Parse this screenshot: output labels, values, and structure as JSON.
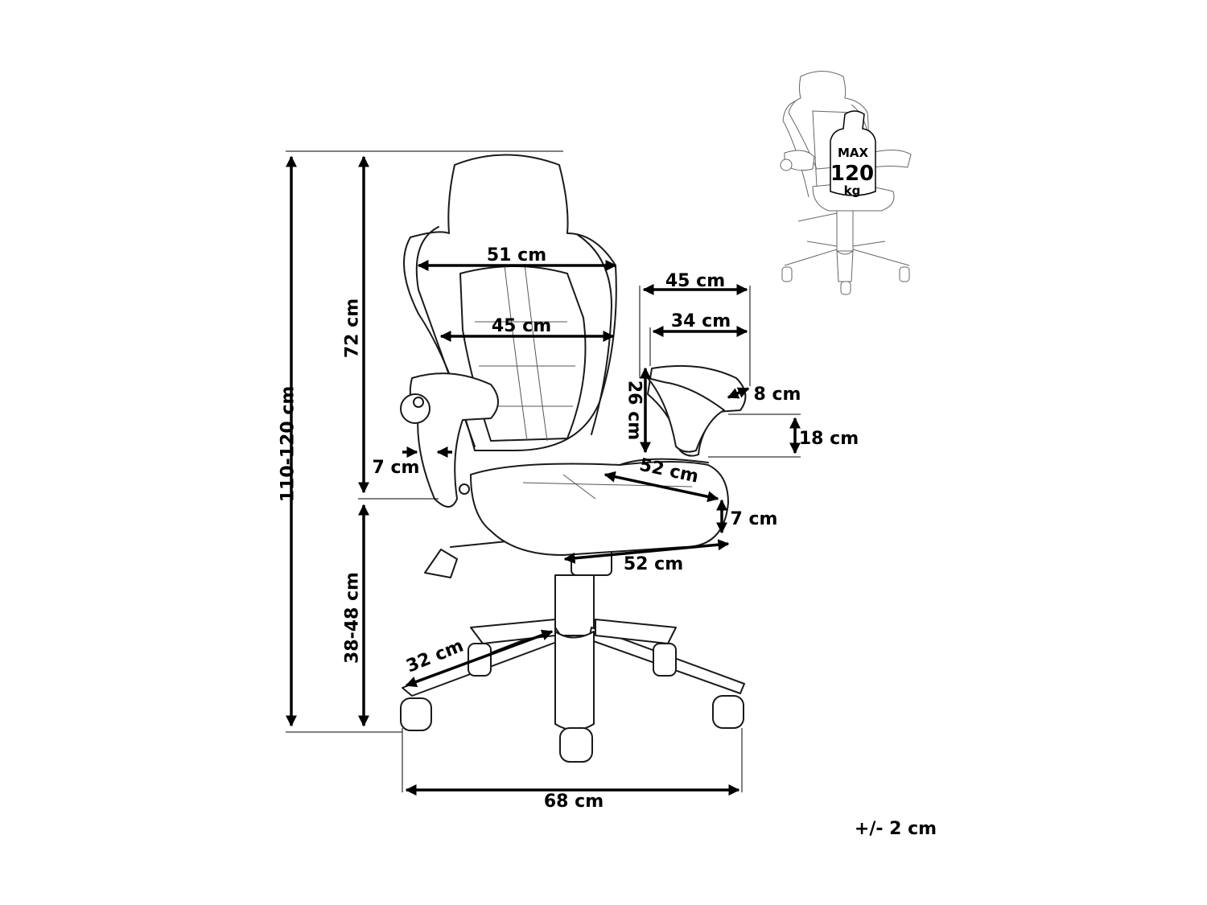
{
  "dimensions": {
    "total_height": "110-120 cm",
    "backrest_height": "72 cm",
    "seat_height": "38-48 cm",
    "shoulder_width": "51 cm",
    "backrest_width": "45 cm",
    "armrest_depth": "45 cm",
    "armrest_pad_length": "34 cm",
    "armrest_height": "26 cm",
    "armrest_pad_width": "8 cm",
    "armrest_to_seat": "18 cm",
    "armrest_gap": "7 cm",
    "seat_depth": "52 cm",
    "seat_thickness": "7 cm",
    "seat_width": "52 cm",
    "leg_length": "32 cm",
    "base_diameter": "68 cm"
  },
  "tolerance": "+/- 2 cm",
  "badge": {
    "top": "MAX",
    "value": "120",
    "unit": "kg"
  }
}
